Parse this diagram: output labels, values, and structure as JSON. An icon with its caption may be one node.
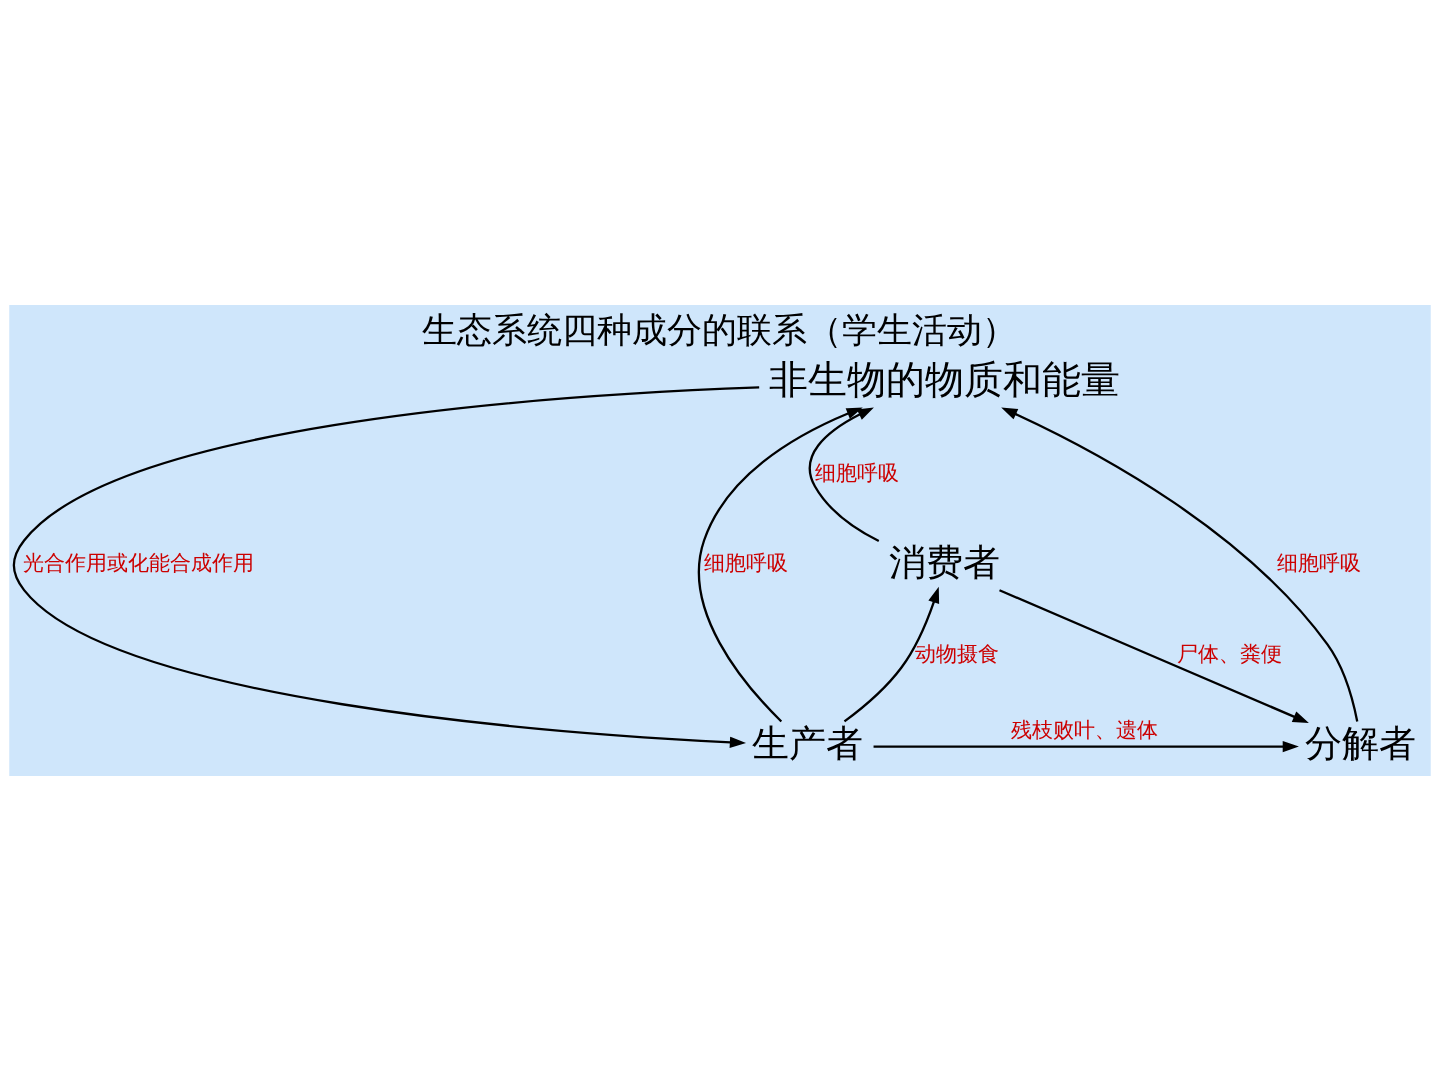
{
  "diagram": {
    "title": "生态系统四种成分的联系（学生活动）",
    "nodes": [
      {
        "text": [
          "非生物的物质和能量"
        ]
      },
      {
        "text": [
          "消费者"
        ]
      },
      {
        "text": [
          "生产者"
        ]
      },
      {
        "text": [
          "分解者"
        ]
      }
    ],
    "edges": [
      {
        "from": 0,
        "to": 2,
        "arrow": "to",
        "label": "光合作用或化能合成作用"
      },
      {
        "from": 2,
        "to": 0,
        "arrow": "to",
        "label": "细胞呼吸"
      },
      {
        "from": 1,
        "to": 0,
        "arrow": "to",
        "label": "细胞呼吸"
      },
      {
        "from": 3,
        "to": 0,
        "arrow": "to",
        "label": "细胞呼吸"
      },
      {
        "from": 2,
        "to": 1,
        "arrow": "to",
        "label": "动物摄食"
      },
      {
        "from": 1,
        "to": 3,
        "arrow": "to",
        "label": "尸体、粪便"
      },
      {
        "from": 2,
        "to": 3,
        "arrow": "to",
        "label": "残枝败叶、遗体"
      }
    ]
  }
}
